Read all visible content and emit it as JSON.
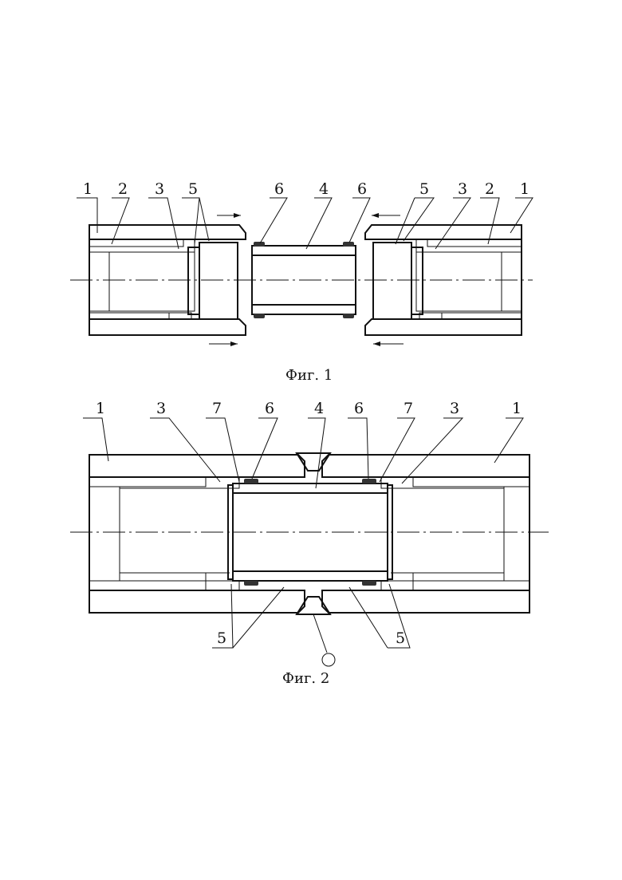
{
  "figure1": {
    "caption": "Фиг. 1",
    "labels": [
      "1",
      "2",
      "3",
      "5",
      "6",
      "4",
      "6",
      "5",
      "3",
      "2",
      "1"
    ]
  },
  "figure2": {
    "caption": "Фиг. 2",
    "labels_top": [
      "1",
      "3",
      "7",
      "6",
      "4",
      "6",
      "7",
      "3",
      "1"
    ],
    "labels_bottom": [
      "5",
      "5"
    ]
  }
}
